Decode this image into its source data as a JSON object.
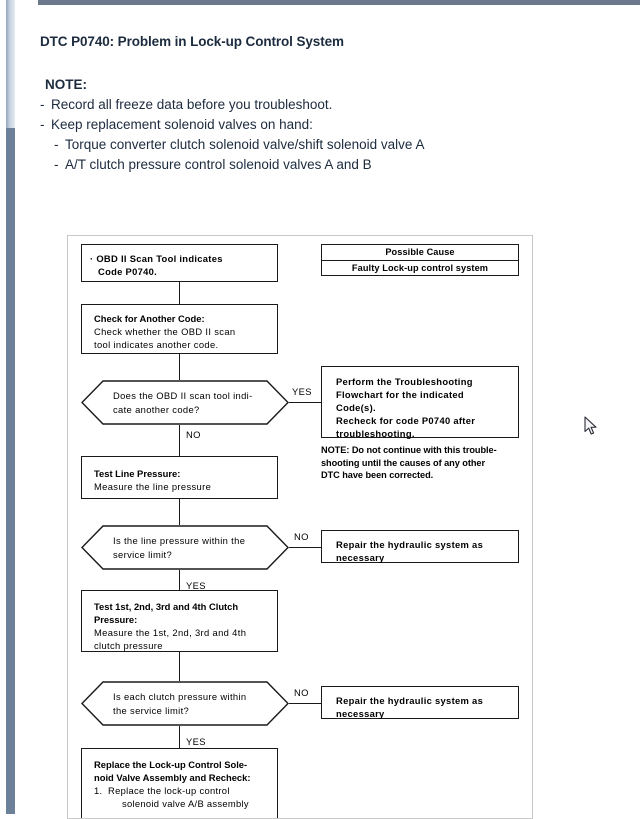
{
  "document": {
    "title": "DTC P0740: Problem in Lock-up Control System",
    "note_label": "NOTE:",
    "notes": [
      {
        "level": 1,
        "text": "Record all freeze data before you troubleshoot."
      },
      {
        "level": 1,
        "text": "Keep replacement solenoid valves on hand:"
      },
      {
        "level": 2,
        "text": "Torque converter clutch solenoid valve/shift solenoid valve A"
      },
      {
        "level": 2,
        "text": "A/T clutch pressure control solenoid valves A and B"
      }
    ],
    "bullet": "-"
  },
  "flowchart": {
    "possible_cause": {
      "header": "Possible Cause",
      "value": "Faulty Lock-up control system"
    },
    "start_box": {
      "bullet": "·",
      "line1": "OBD II Scan Tool indicates",
      "line2": "Code P0740."
    },
    "step_check_code": {
      "header": "Check for Another Code:",
      "line1": "Check whether the OBD II scan",
      "line2": "tool indicates another code."
    },
    "decision_another_code": {
      "line1": "Does the OBD II scan tool indi-",
      "line2": "cate another code?",
      "yes_label": "YES",
      "no_label": "NO"
    },
    "action_perform_flowchart": {
      "line1": "Perform the Troubleshooting",
      "line2": "Flowchart for the indicated",
      "line3": "Code(s).",
      "line4": "Recheck for code P0740 after",
      "line5": "troubleshooting."
    },
    "note_under_action": {
      "line1": "NOTE:  Do not continue with this trouble-",
      "line2": "shooting until the causes of any other",
      "line3": "DTC have been corrected."
    },
    "step_test_line_pressure": {
      "header": "Test Line Pressure:",
      "line1": "Measure the line pressure"
    },
    "decision_line_pressure": {
      "line1": "Is the line pressure within the",
      "line2": "service limit?",
      "no_label": "NO",
      "yes_label": "YES"
    },
    "action_repair_hydraulic_1": {
      "line1": "Repair the hydraulic system as",
      "line2": "necessary"
    },
    "step_test_clutch_pressure": {
      "header1": "Test 1st, 2nd, 3rd and 4th Clutch",
      "header2": "Pressure:",
      "line1": "Measure the 1st, 2nd, 3rd and 4th",
      "line2": "clutch pressure"
    },
    "decision_clutch_pressure": {
      "line1": "Is each clutch pressure within",
      "line2": "the service limit?",
      "no_label": "NO",
      "yes_label": "YES"
    },
    "action_repair_hydraulic_2": {
      "line1": "Repair the hydraulic system as",
      "line2": "necessary"
    },
    "step_replace_solenoid": {
      "header1": "Replace the Lock-up Control Sole-",
      "header2": "noid Valve Assembly and Recheck:",
      "item_number": "1.",
      "item_line1": "Replace the lock-up control",
      "item_line2": "solenoid valve A/B assembly"
    }
  },
  "colors": {
    "chrome_bar": "#6c798c",
    "scroll_track": "#6d8099",
    "scroll_thumb": "#c9d4e1",
    "text": "#1c2b3e",
    "chart_line": "#1a1a1a"
  }
}
